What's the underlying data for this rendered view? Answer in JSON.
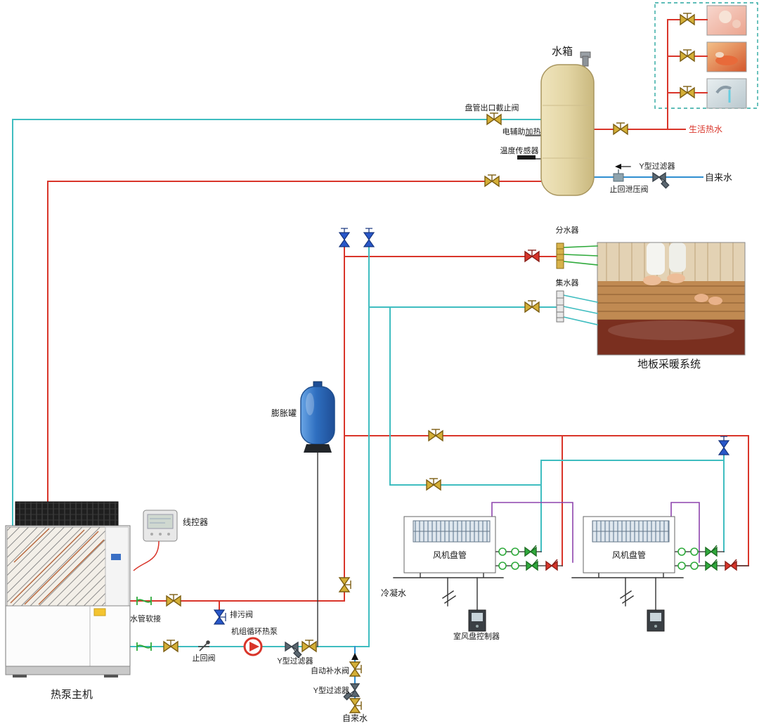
{
  "labels": {
    "water_tank": "水箱",
    "coil_outlet_valve": "盘管出口截止阀",
    "electric_aux_heating": "电辅助加热",
    "temperature_sensor": "温度传感器",
    "domestic_hot_water": "生活热水",
    "y_strainer_top": "Y型过滤器",
    "tap_water_top": "自来水",
    "check_relief_valve": "止回泄压阀",
    "water_divider": "分水器",
    "water_collector": "集水器",
    "floor_heating_system": "地板采暖系统",
    "expansion_tank": "膨胀罐",
    "wired_controller": "线控器",
    "flexible_joint": "水管软接",
    "blowdown_valve": "排污阀",
    "unit_circulating_pump": "机组循环热泵",
    "check_valve": "止回阀",
    "y_strainer_pump": "Y型过滤器",
    "auto_makeup_valve": "自动补水阀",
    "y_strainer_makeup": "Y型过滤器",
    "tap_water_bottom": "自来水",
    "condensate_water": "冷凝水",
    "fan_coil_1": "风机盘管",
    "fan_coil_2": "风机盘管",
    "room_fan_coil_controller": "室风盘控制器",
    "heat_pump_main_unit": "热泵主机"
  },
  "colors": {
    "hot_water_pipe": "#d9352a",
    "return_pipe": "#3fbdc0",
    "tap_water_pipe": "#2f8fd0",
    "floor_loop_pipe": "#2faa3c",
    "control_wire": "#8e44ad",
    "valve_brass": "#d4af37",
    "tank_beige": "#e0d3a6",
    "expansion_tank_blue": "#2f6fc0"
  }
}
